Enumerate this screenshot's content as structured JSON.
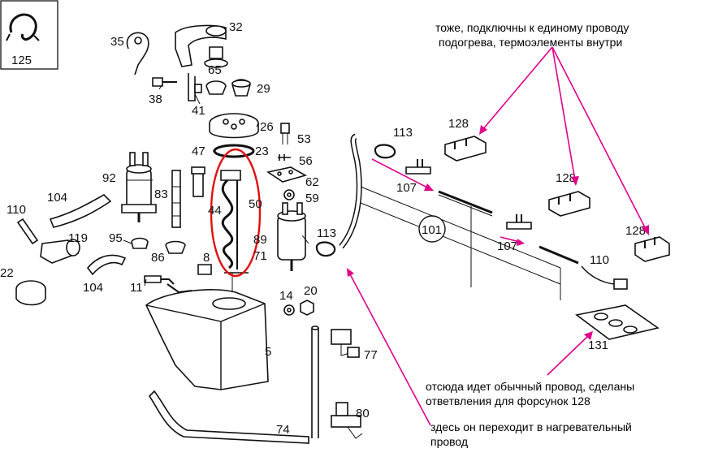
{
  "labels": {
    "p125": "125",
    "p35": "35",
    "p32": "32",
    "p65": "65",
    "p29": "29",
    "p38": "38",
    "p41": "41",
    "p26": "26",
    "p53": "53",
    "p47": "47",
    "p23": "23",
    "p56": "56",
    "p62": "62",
    "p59": "59",
    "p92": "92",
    "p83": "83",
    "p50": "50",
    "p44": "44",
    "p104a": "104",
    "p110a": "110",
    "p119": "119",
    "p95": "95",
    "p86": "86",
    "p8": "8",
    "p89": "89",
    "p71": "71",
    "p113a": "113",
    "p113b": "113",
    "p104b": "104",
    "p11": "11",
    "p22": "22",
    "p14": "14",
    "p20": "20",
    "p5": "5",
    "p77": "77",
    "p80": "80",
    "p74": "74",
    "p107a": "107",
    "p107b": "107",
    "p101": "101",
    "p128a": "128",
    "p128b": "128",
    "p128c": "128",
    "p110b": "110",
    "p131": "131"
  },
  "notes": {
    "top_line1": "тоже, подключны к единому проводу",
    "top_line2": "подогрева, термоэлементы внутри",
    "mid_line1": "отсюда идет обычный провод, сделаны",
    "mid_line2": "ответвления для форсунок 128",
    "bot_line1": "здесь он переходит в нагревательный",
    "bot_line2": "провод"
  },
  "colors": {
    "arrow": "#e0008a",
    "highlight": "#e01010",
    "line": "#111111"
  }
}
